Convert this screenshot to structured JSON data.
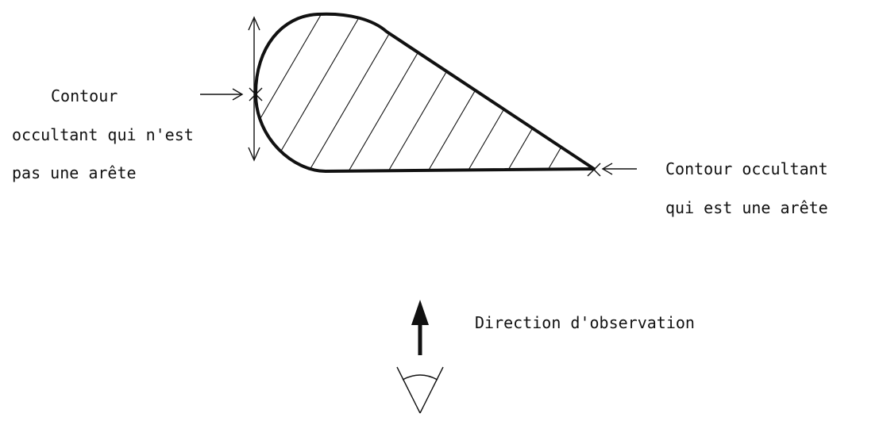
{
  "labels": {
    "left_line1": "Contour",
    "left_line2": "occultant qui n'est",
    "left_line3": "pas une arête",
    "right_line1": "Contour occultant",
    "right_line2": "qui est une arête",
    "direction": "Direction d'observation"
  },
  "colors": {
    "ink": "#111111",
    "background": "#ffffff"
  },
  "icons": {
    "viewer": "eye-icon",
    "direction": "arrow-up-icon"
  }
}
